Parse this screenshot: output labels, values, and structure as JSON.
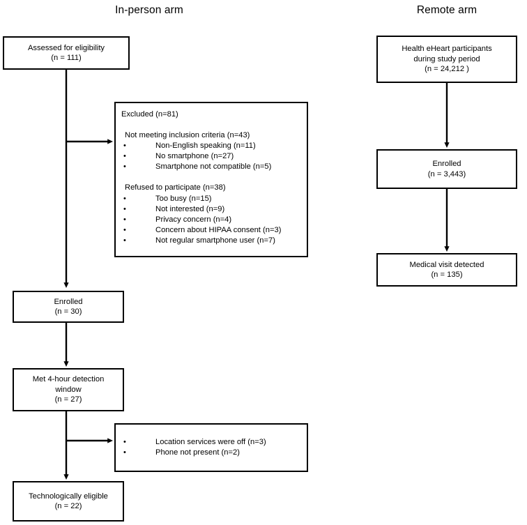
{
  "figure": {
    "type": "flow-diagram",
    "columns": [
      {
        "id": "in-person",
        "title": "In-person arm"
      },
      {
        "id": "remote",
        "title": "Remote arm"
      }
    ]
  },
  "in_person": {
    "assessed": {
      "line1": "Assessed for eligibility",
      "line2": "(n = 111)"
    },
    "enrolled": {
      "line1": "Enrolled",
      "line2": "(n = 30)"
    },
    "detection_window": {
      "line1": "Met 4-hour detection",
      "line2": "window",
      "line3": "(n = 27)"
    },
    "technologically_eligible": {
      "line1": "Technologically eligible",
      "line2": "(n = 22)"
    },
    "excluded_box": {
      "title": "Excluded (n=81)",
      "groups": [
        {
          "heading": "Not meeting inclusion criteria (n=43)",
          "items": [
            "Non-English speaking (n=11)",
            "No smartphone (n=27)",
            "Smartphone not compatible (n=5)"
          ]
        },
        {
          "heading": "Refused to participate (n=38)",
          "items": [
            "Too busy (n=15)",
            "Not interested (n=9)",
            "Privacy concern (n=4)",
            "Concern about HIPAA consent (n=3)",
            "Not regular smartphone user (n=7)"
          ]
        }
      ]
    },
    "technical_exclusions_box": {
      "items": [
        "Location services were off (n=3)",
        "Phone not present (n=2)"
      ]
    }
  },
  "remote": {
    "participants": {
      "line1": "Health eHeart participants",
      "line2": "during study period",
      "line3": "(n = 24,212 )"
    },
    "enrolled": {
      "line1": "Enrolled",
      "line2": "(n = 3,443)"
    },
    "medical_visit": {
      "line1": "Medical visit detected",
      "line2": "(n = 135)"
    }
  },
  "style": {
    "stroke": "#000000",
    "background": "#ffffff"
  }
}
